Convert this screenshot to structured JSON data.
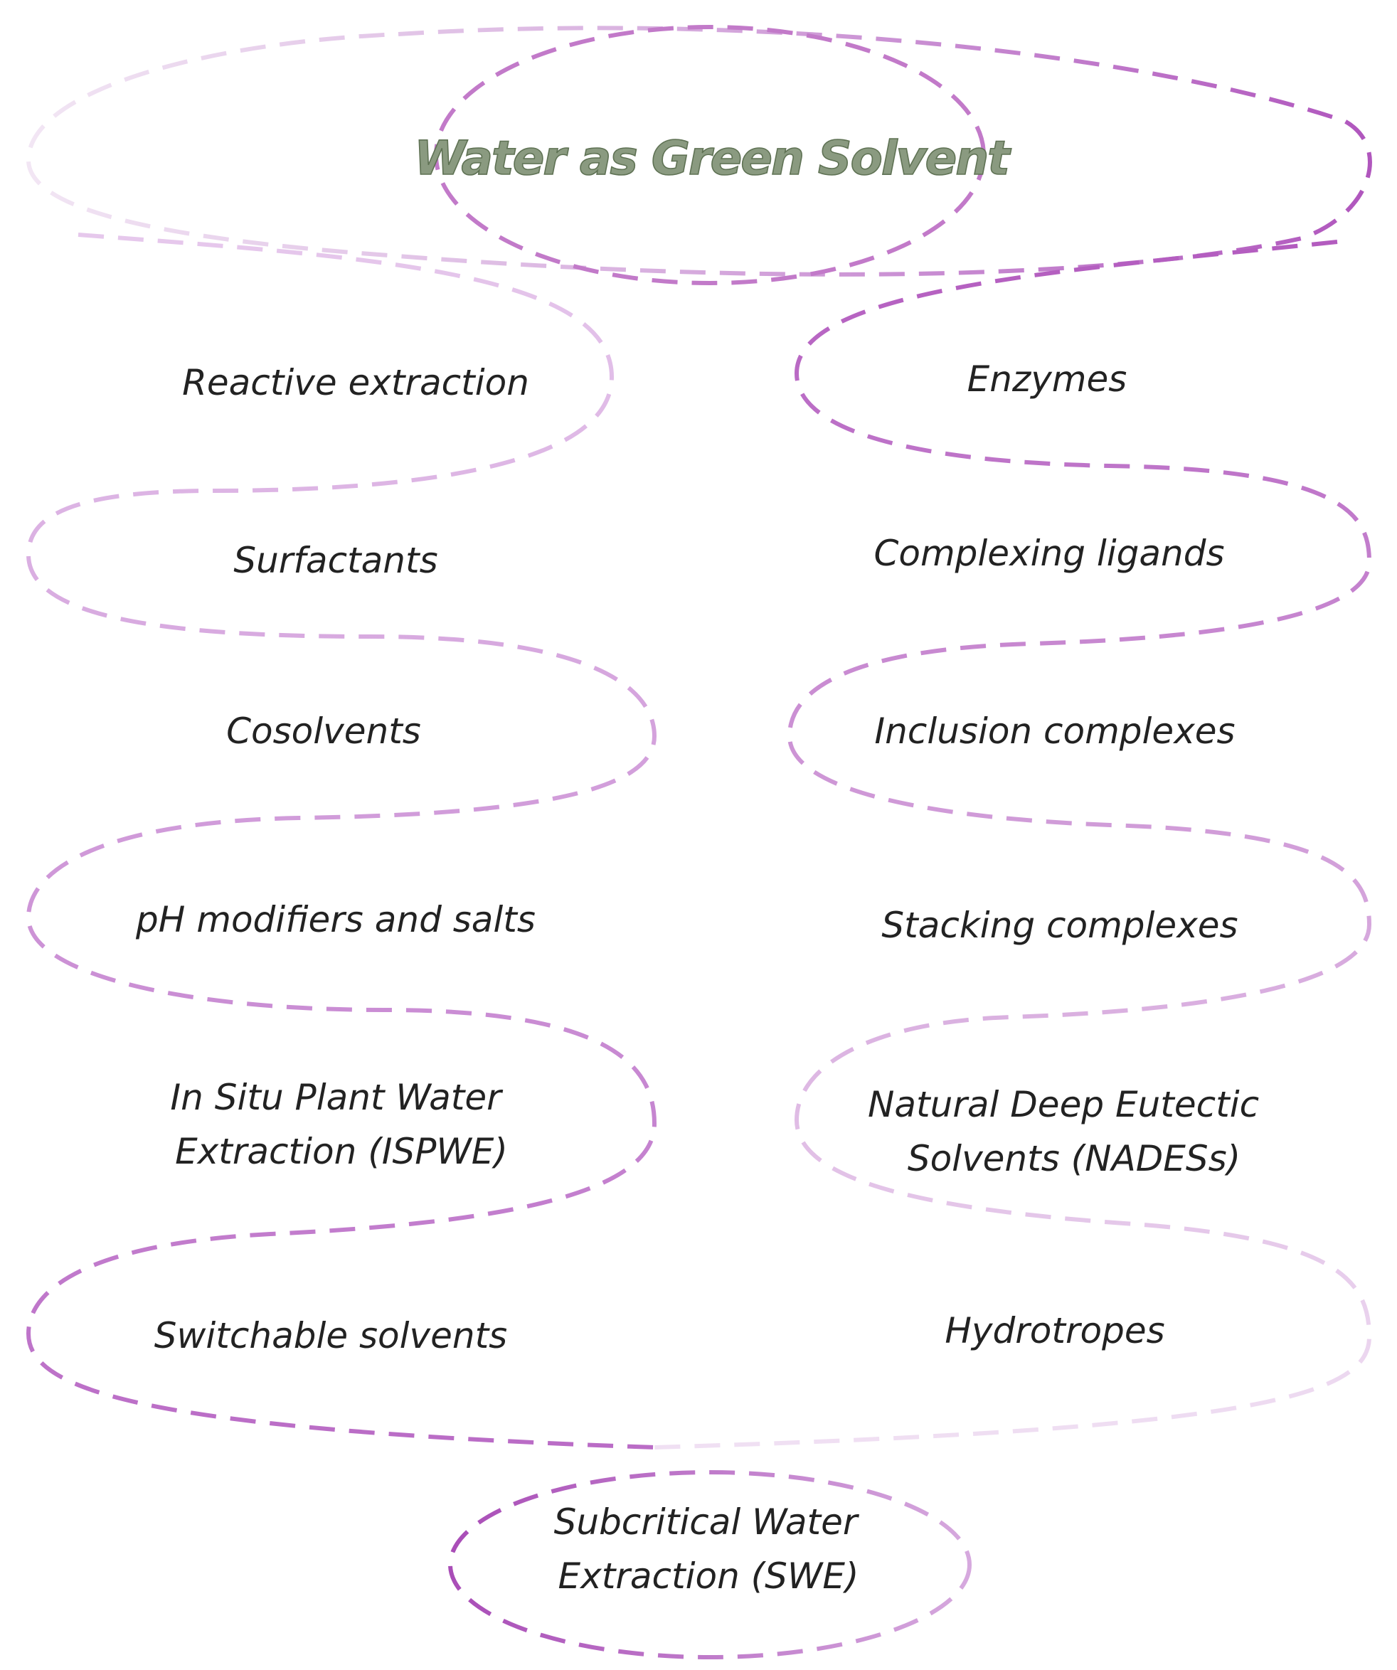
{
  "title": "Water as Green Solvent",
  "left_items": [
    {
      "lines": [
        "Reactive extraction"
      ]
    },
    {
      "lines": [
        "Surfactants"
      ]
    },
    {
      "lines": [
        "Cosolvents"
      ]
    },
    {
      "lines": [
        "pH modifiers and salts"
      ]
    },
    {
      "lines": [
        "In Situ Plant Water",
        "Extraction (ISPWE)"
      ]
    },
    {
      "lines": [
        "Switchable solvents"
      ]
    }
  ],
  "right_items": [
    {
      "lines": [
        "Enzymes"
      ]
    },
    {
      "lines": [
        "Complexing ligands"
      ]
    },
    {
      "lines": [
        "Inclusion complexes"
      ]
    },
    {
      "lines": [
        "Stacking complexes"
      ]
    },
    {
      "lines": [
        "Natural Deep Eutectic",
        "Solvents (NADESs)"
      ]
    },
    {
      "lines": [
        "Hydrotropes"
      ]
    }
  ],
  "bottom_item": {
    "lines": [
      "Subcritical Water",
      "Extraction (SWE)"
    ]
  },
  "colors": {
    "stroke_dark": "#b56cbf",
    "stroke_light": "#e3c5ea",
    "title_fill": "#8a9a80",
    "text": "#222222"
  }
}
